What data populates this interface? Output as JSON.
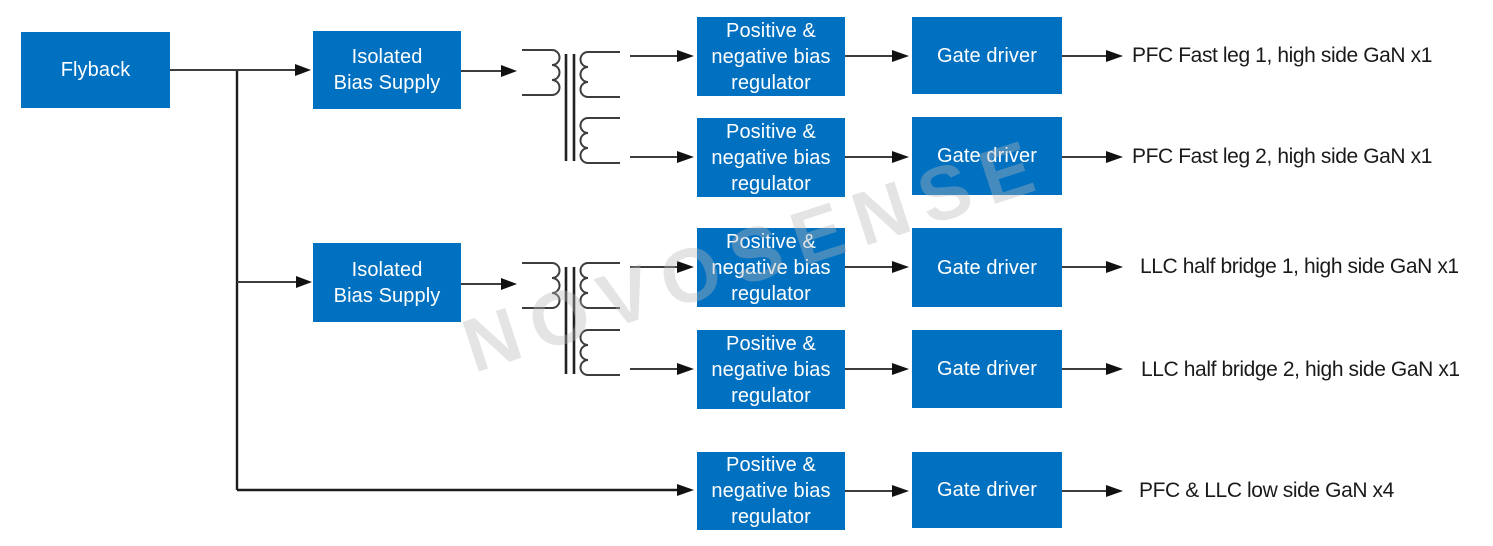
{
  "watermark": {
    "text": "NOVOSENSE"
  },
  "colors": {
    "background": "#FFFFFF",
    "box_fill": "#0070C0",
    "box_text": "#FFFFFF",
    "wire": "#3D3D3D",
    "arrow": "#111111",
    "label_text": "#1A1A1A",
    "watermark_gray": "#B8B8B8"
  },
  "blocks": {
    "flyback": "Flyback",
    "isolated_bias_supply": "Isolated\nBias Supply",
    "bias_regulator": "Positive &\nnegative bias\nregulator",
    "gate_driver": "Gate driver"
  },
  "rows": [
    {
      "output": "PFC Fast leg 1, high side GaN x1"
    },
    {
      "output": "PFC Fast leg 2, high side GaN x1"
    },
    {
      "output": "LLC half bridge 1, high side GaN x1"
    },
    {
      "output": "LLC half bridge 2, high side GaN x1"
    },
    {
      "output": "PFC & LLC low side GaN x4"
    }
  ]
}
